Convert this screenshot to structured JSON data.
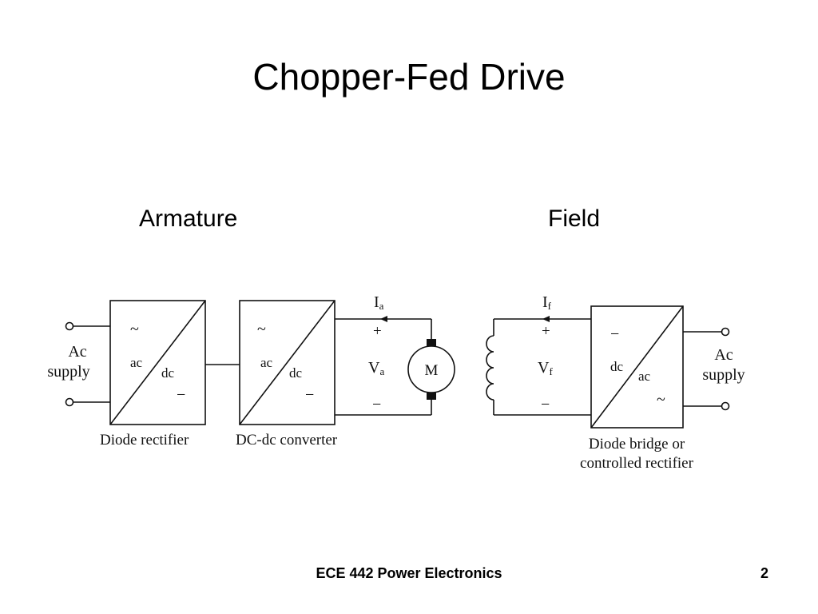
{
  "slide": {
    "title": "Chopper-Fed Drive",
    "footer": "ECE 442 Power Electronics",
    "page_number": "2"
  },
  "armature": {
    "heading": "Armature",
    "supply_label_line1": "Ac",
    "supply_label_line2": "supply",
    "rectifier": {
      "caption": "Diode rectifier",
      "ac_label": "ac",
      "dc_label": "dc",
      "ac_symbol": "~",
      "dc_symbol": "−"
    },
    "converter": {
      "caption": "DC-dc converter",
      "ac_label": "ac",
      "dc_label": "dc",
      "ac_symbol": "~",
      "dc_symbol": "−"
    },
    "current_label": "I",
    "current_subscript": "a",
    "voltage_label": "V",
    "voltage_subscript": "a",
    "plus": "+",
    "minus": "−",
    "motor_label": "M"
  },
  "field": {
    "heading": "Field",
    "current_label": "I",
    "current_subscript": "f",
    "voltage_label": "V",
    "voltage_subscript": "f",
    "plus": "+",
    "minus": "−",
    "rectifier": {
      "caption_line1": "Diode bridge or",
      "caption_line2": "controlled rectifier",
      "dc_label": "dc",
      "ac_label": "ac",
      "dc_symbol": "−",
      "ac_symbol": "~"
    },
    "supply_label_line1": "Ac",
    "supply_label_line2": "supply"
  }
}
